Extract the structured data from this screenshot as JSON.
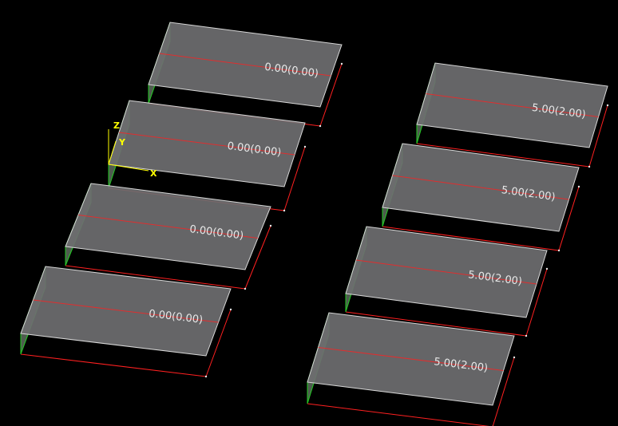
{
  "colors": {
    "background": "#000000",
    "plate_fill": "#6e6e70",
    "plate_edge": "#d8d8d8",
    "side_fill": "#8fa88f",
    "side_edge": "#22cc22",
    "baseline": "#ff2020",
    "label": "#e8e8e8",
    "axis": "#ffff00"
  },
  "axes": {
    "x_label": "X",
    "y_label": "Y",
    "z_label": "Z"
  },
  "plates": [
    {
      "label": "0.00(0.00)"
    },
    {
      "label": "0.00(0.00)"
    },
    {
      "label": "0.00(0.00)"
    },
    {
      "label": "0.00(0.00)"
    },
    {
      "label": "5.00(2.00)"
    },
    {
      "label": "5.00(2.00)"
    },
    {
      "label": "5.00(2.00)"
    },
    {
      "label": "5.00(2.00)"
    }
  ]
}
